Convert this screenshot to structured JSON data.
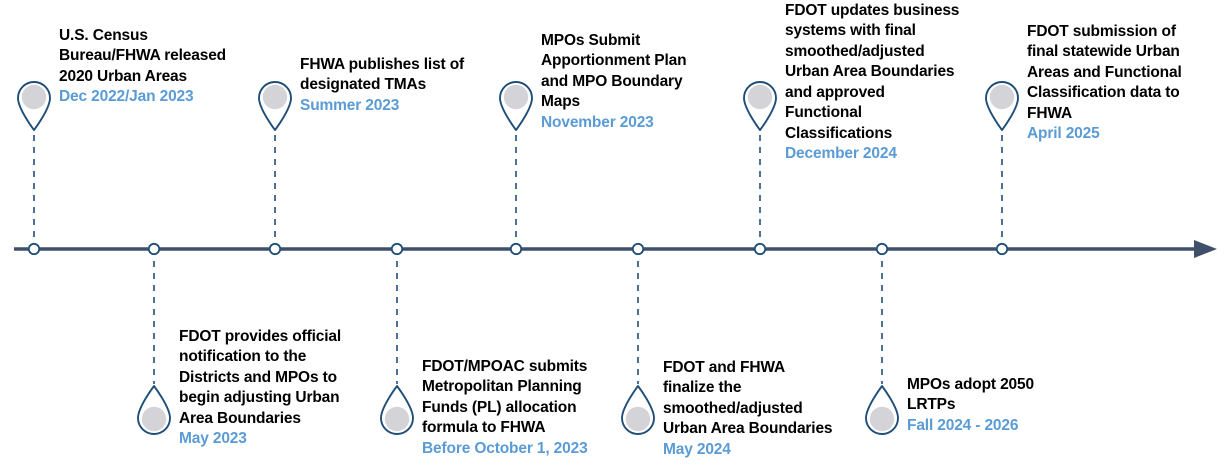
{
  "diagram": {
    "type": "timeline",
    "orientation": "horizontal",
    "axis": {
      "color": "#3f506b",
      "arrow_direction": "right",
      "node_count": 9,
      "node_fill": "#ffffff",
      "node_stroke": "#1f4e79"
    },
    "colors": {
      "title_text": "#000000",
      "date_text": "#5b9bd5",
      "pin_stroke": "#1f4e79",
      "pin_fill": "#d4d4d8",
      "connector": "#1f4e79",
      "background": "#ffffff"
    }
  },
  "milestones": [
    {
      "id": "census-2020-urban-areas",
      "side": "top",
      "title_lines": [
        "U.S. Census",
        "Bureau/FHWA released",
        "2020 Urban Areas"
      ],
      "date": "Dec 2022/Jan 2023"
    },
    {
      "id": "fdot-official-notification",
      "side": "bottom",
      "title_lines": [
        "FDOT provides official",
        "notification to the",
        "Districts and MPOs to",
        "begin adjusting Urban",
        "Area Boundaries"
      ],
      "date": "May 2023"
    },
    {
      "id": "fhwa-designated-tmas",
      "side": "top",
      "title_lines": [
        "FHWA publishes list of",
        "designated TMAs"
      ],
      "date": "Summer 2023"
    },
    {
      "id": "pl-allocation-formula",
      "side": "bottom",
      "title_lines": [
        "FDOT/MPOAC submits",
        "Metropolitan Planning",
        "Funds (PL) allocation",
        "formula to FHWA"
      ],
      "date": "Before October 1, 2023"
    },
    {
      "id": "mpo-apportionment-plan",
      "side": "top",
      "title_lines": [
        "MPOs Submit",
        "Apportionment Plan",
        "and MPO Boundary",
        "Maps"
      ],
      "date": "November 2023"
    },
    {
      "id": "finalize-smoothed-boundaries",
      "side": "bottom",
      "title_lines": [
        "FDOT and FHWA",
        "finalize the",
        "smoothed/adjusted",
        "Urban Area Boundaries"
      ],
      "date": "May 2024"
    },
    {
      "id": "fdot-updates-business-systems",
      "side": "top",
      "title_lines": [
        "FDOT updates business",
        "systems with final",
        "smoothed/adjusted",
        "Urban Area Boundaries",
        "and approved",
        "Functional",
        "Classifications"
      ],
      "date": "December 2024"
    },
    {
      "id": "mpos-adopt-2050-lrtps",
      "side": "bottom",
      "title_lines": [
        "MPOs adopt 2050",
        "LRTPs"
      ],
      "date": "Fall 2024 - 2026"
    },
    {
      "id": "fdot-submission-to-fhwa",
      "side": "top",
      "title_lines": [
        "FDOT submission of",
        "final statewide Urban",
        "Areas and Functional",
        "Classification data to",
        "FHWA"
      ],
      "date": "April 2025"
    }
  ]
}
